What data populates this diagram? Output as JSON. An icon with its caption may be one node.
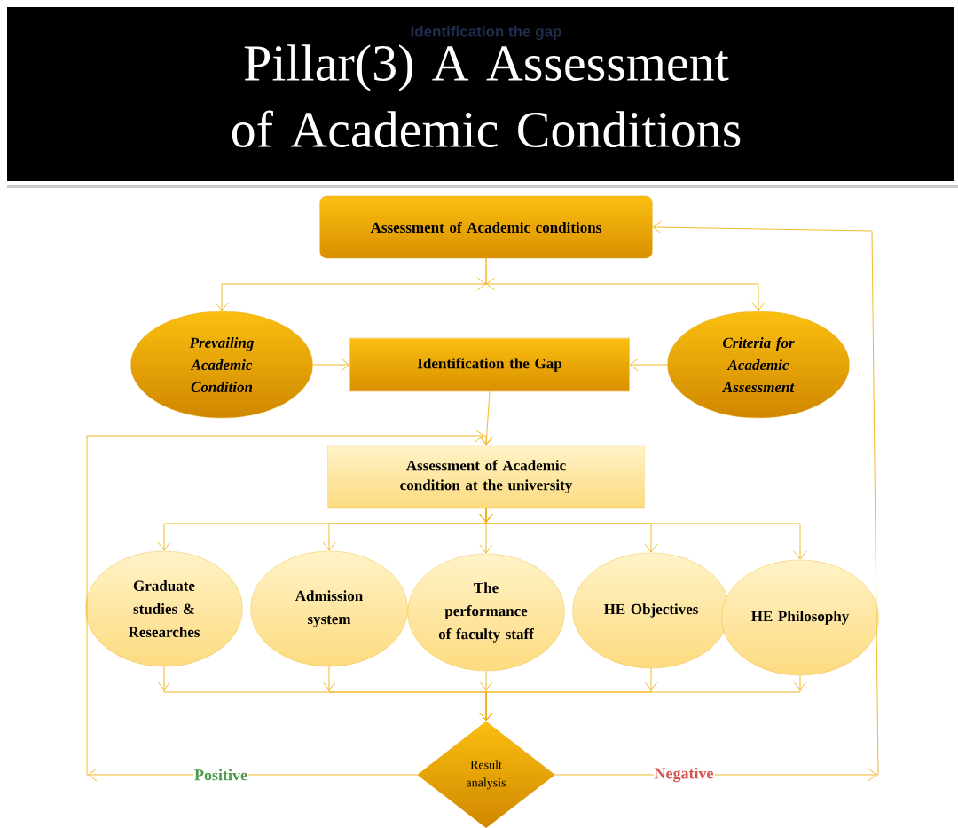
{
  "diagram": {
    "title": "Pillar(3) A Assessment of Academic Conditions",
    "nodes": [
      {
        "text": [
          "Assessment of Academic conditions"
        ]
      },
      {
        "text": [
          "Prevailing Academic Condition"
        ]
      },
      {
        "text": [
          "Identification the Gap"
        ]
      },
      {
        "text": [
          "Criteria for Academic Assessment"
        ]
      },
      {
        "text": [
          "Assessment of Academic condition at the university"
        ]
      },
      {
        "text": [
          "Graduate studies & Researches"
        ]
      },
      {
        "text": [
          "Admission system"
        ]
      },
      {
        "text": [
          "The performance of faculty staff"
        ]
      },
      {
        "text": [
          "HE Objectives"
        ]
      },
      {
        "text": [
          "HE Philosophy"
        ]
      },
      {
        "text": [
          "Result analysis"
        ]
      }
    ],
    "edges": [
      {
        "from": 0,
        "to": 1,
        "arrow": "to"
      },
      {
        "from": 0,
        "to": 3,
        "arrow": "to"
      },
      {
        "from": 1,
        "to": 2,
        "arrow": "to"
      },
      {
        "from": 3,
        "to": 2,
        "arrow": "to"
      },
      {
        "from": 2,
        "to": 4,
        "arrow": "to"
      },
      {
        "from": 4,
        "to": 5,
        "arrow": "to"
      },
      {
        "from": 4,
        "to": 6,
        "arrow": "to"
      },
      {
        "from": 4,
        "to": 7,
        "arrow": "to"
      },
      {
        "from": 4,
        "to": 8,
        "arrow": "to"
      },
      {
        "from": 4,
        "to": 9,
        "arrow": "to"
      },
      {
        "from": 5,
        "to": 10,
        "arrow": "to"
      },
      {
        "from": 6,
        "to": 10,
        "arrow": "to"
      },
      {
        "from": 7,
        "to": 10,
        "arrow": "to"
      },
      {
        "from": 8,
        "to": 10,
        "arrow": "to"
      },
      {
        "from": 9,
        "to": 10,
        "arrow": "to"
      },
      {
        "from": 10,
        "to": 4,
        "arrow": "to",
        "label": "Positive"
      },
      {
        "from": 10,
        "to": 0,
        "arrow": "to",
        "label": "Negative"
      }
    ],
    "labels": [
      "Identification the gap"
    ]
  }
}
